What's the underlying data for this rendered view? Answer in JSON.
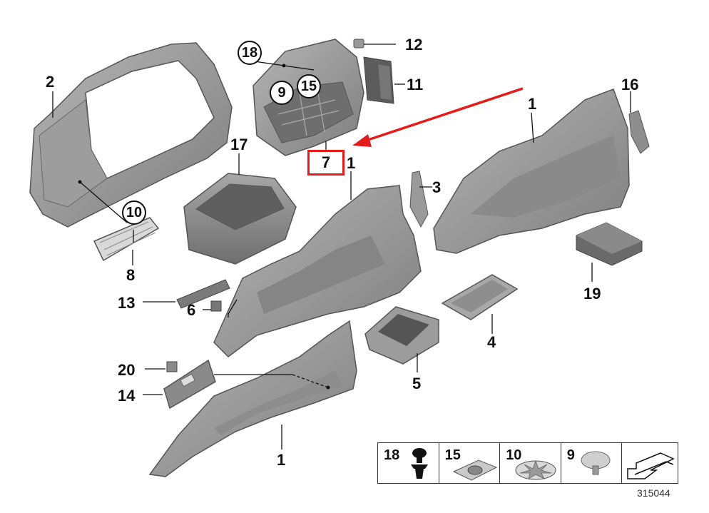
{
  "diagram": {
    "labels": {
      "p1a": "1",
      "p1b": "1",
      "p1c": "1",
      "p2": "2",
      "p3": "3",
      "p4": "4",
      "p5": "5",
      "p6": "6",
      "p7": "7",
      "p8": "8",
      "p11": "11",
      "p12": "12",
      "p13": "13",
      "p14": "14",
      "p16": "16",
      "p17": "17",
      "p19": "19",
      "p20": "20"
    },
    "circled": {
      "c18": "18",
      "c9": "9",
      "c15": "15",
      "c10": "10"
    },
    "highlight_color": "#e31b1b",
    "part_fill": "#8f8f8f",
    "part_stroke": "#555555"
  },
  "legend": {
    "items": [
      {
        "num": "18",
        "icon": "push-rivet-icon"
      },
      {
        "num": "15",
        "icon": "square-grommet-icon"
      },
      {
        "num": "10",
        "icon": "spring-clip-icon"
      },
      {
        "num": "9",
        "icon": "round-plug-icon"
      },
      {
        "num": "",
        "icon": "arrow-direction-icon"
      }
    ]
  },
  "reference_number": "315044"
}
